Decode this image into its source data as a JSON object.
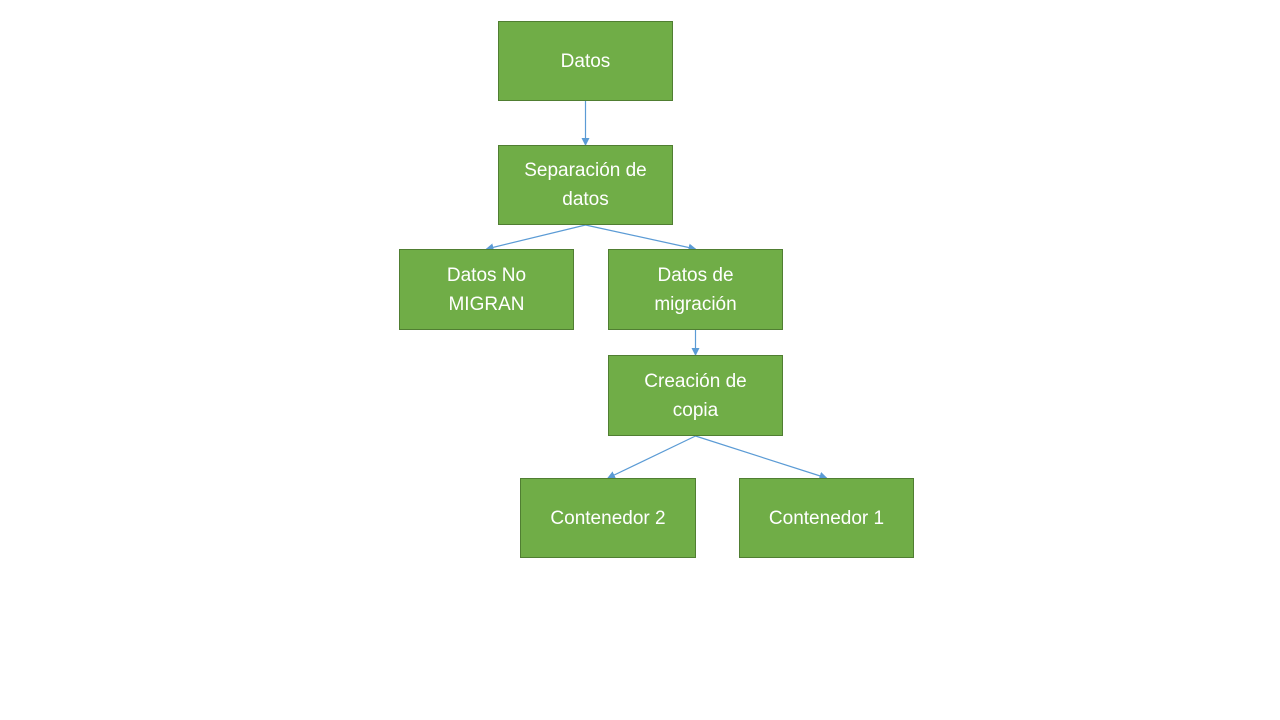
{
  "colors": {
    "node_fill": "#70ad47",
    "node_border": "#507e32",
    "node_text": "#ffffff",
    "connector": "#5b9bd5",
    "background": "#ffffff"
  },
  "nodes": {
    "datos": "Datos",
    "separacion": "Separación de\ndatos",
    "no_migran": "Datos No\nMIGRAN",
    "migracion": "Datos de\nmigración",
    "creacion": "Creación de\ncopia",
    "contenedor2": "Contenedor 2",
    "contenedor1": "Contenedor 1"
  },
  "edges": [
    {
      "from": "datos",
      "to": "separacion"
    },
    {
      "from": "separacion",
      "to": "no_migran"
    },
    {
      "from": "separacion",
      "to": "migracion"
    },
    {
      "from": "migracion",
      "to": "creacion"
    },
    {
      "from": "creacion",
      "to": "contenedor2"
    },
    {
      "from": "creacion",
      "to": "contenedor1"
    }
  ]
}
